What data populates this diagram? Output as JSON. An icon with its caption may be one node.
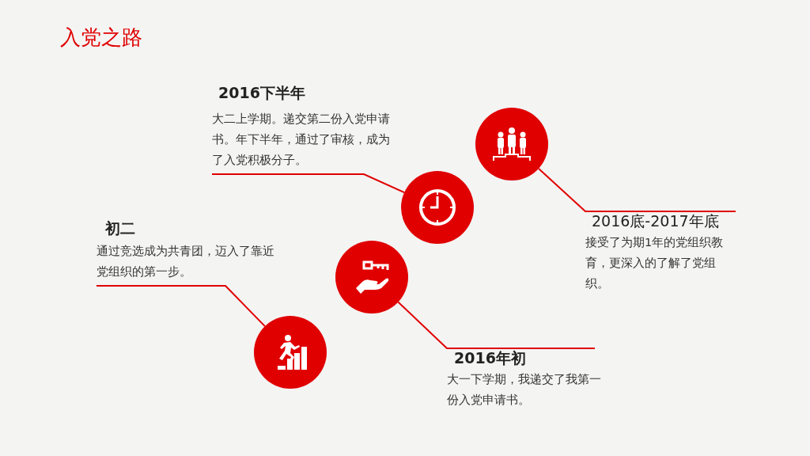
{
  "diagram": {
    "title": "入党之路",
    "nodes": [
      {
        "text": [
          "2016下半年",
          "大二上学期。递交第二份入党申请书。年下半年，通过了审核，成为了入党积极分子。"
        ]
      },
      {
        "text": [],
        "shape": "circle"
      },
      {
        "text": [],
        "shape": "circle"
      },
      {
        "text": [
          "初二",
          "通过竞选成为共青团，迈入了靠近党组织的第一步。"
        ]
      },
      {
        "text": [
          "2016底-2017年底",
          "接受了为期1年的党组织教育，更深入的了解了党组织。"
        ]
      },
      {
        "text": [],
        "shape": "circle"
      },
      {
        "text": [],
        "shape": "circle"
      },
      {
        "text": [
          "2016年初",
          "大一下学期，我递交了我第一份入党申请书。"
        ]
      }
    ],
    "edges": [
      {
        "from": 0,
        "to": 2,
        "arrow": "none"
      },
      {
        "from": 4,
        "to": 1,
        "arrow": "none"
      },
      {
        "from": 3,
        "to": 6,
        "arrow": "none"
      },
      {
        "from": 7,
        "to": 5,
        "arrow": "none"
      }
    ]
  }
}
